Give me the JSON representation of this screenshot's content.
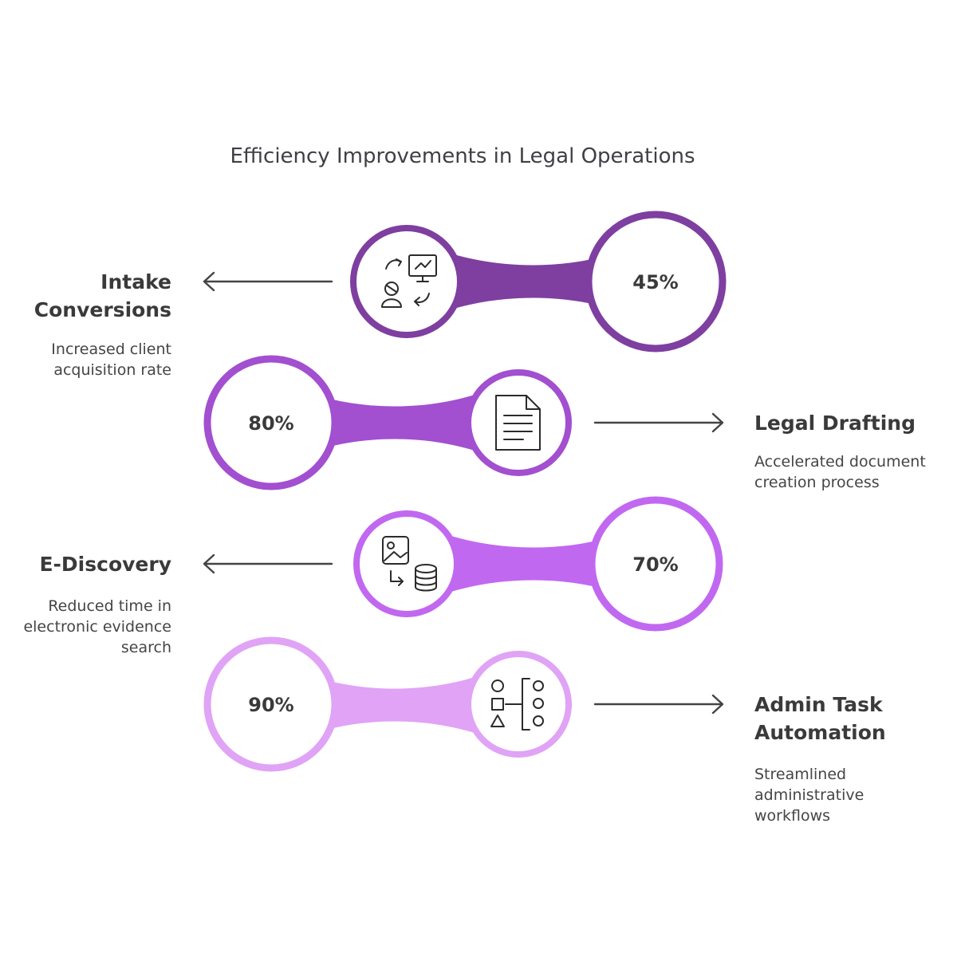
{
  "title": "Efficiency Improvements in Legal Operations",
  "colors": {
    "row1": "#7e3fa0",
    "row2": "#a24fd0",
    "row3": "#c168f0",
    "row4": "#e0a3f6"
  },
  "items": [
    {
      "percent": "45%",
      "heading": [
        "Intake",
        "Conversions"
      ],
      "description": [
        "Increased client",
        "acquisition rate"
      ],
      "icon": "intake-workflow-icon"
    },
    {
      "percent": "80%",
      "heading": [
        "Legal Drafting"
      ],
      "description": [
        "Accelerated document",
        "creation process"
      ],
      "icon": "document-icon"
    },
    {
      "percent": "70%",
      "heading": [
        "E-Discovery"
      ],
      "description": [
        "Reduced time in",
        "electronic evidence",
        "search"
      ],
      "icon": "image-to-database-icon"
    },
    {
      "percent": "90%",
      "heading": [
        "Admin Task",
        "Automation"
      ],
      "description": [
        "Streamlined",
        "administrative",
        "workflows"
      ],
      "icon": "shapes-sorting-icon"
    }
  ]
}
